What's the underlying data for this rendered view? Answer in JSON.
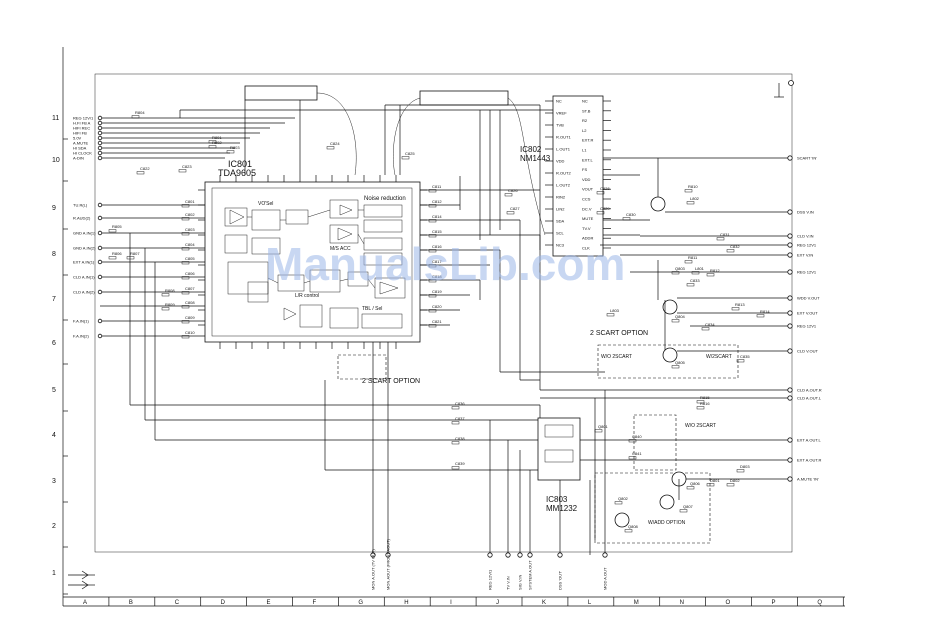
{
  "grid": {
    "rows": [
      "11",
      "10",
      "9",
      "8",
      "7",
      "6",
      "5",
      "4",
      "3",
      "2",
      "1"
    ],
    "cols": [
      "A",
      "B",
      "C",
      "D",
      "E",
      "F",
      "G",
      "H",
      "I",
      "J",
      "K",
      "L",
      "M",
      "N",
      "O",
      "P",
      "Q"
    ]
  },
  "ic801": {
    "ref": "IC801",
    "part": "TDA9605",
    "noise": "Noise reduction",
    "vo": "VO'Sel",
    "mid": "M/S ACC",
    "lrc": "L/R control",
    "tbl": "TBL / Sel"
  },
  "ic802": {
    "ref": "IC802",
    "part": "NM1443",
    "left_pins": [
      "NC",
      "VREF",
      "TVB",
      "R.OUT1",
      "L.OUT1",
      "VDD",
      "R.OUT2",
      "L.OUT2",
      "RIN2",
      "LIN2",
      "SDA",
      "SCL",
      "NC3"
    ],
    "right_pins": [
      "NC",
      "ST.B",
      "R2",
      "L2",
      "EXT.R",
      "L1",
      "EXT.L",
      "FS",
      "VDD",
      "VOUT",
      "CCS",
      "DC.V",
      "MUTE",
      "TV.V",
      "ADDR",
      "CLK"
    ]
  },
  "ic803": {
    "ref": "IC803",
    "part": "MM1232"
  },
  "option_labels": [
    "2 SCART OPTION",
    "2 SCART OPTION",
    "W/O 2SCART",
    "W/2SCART",
    "W/O 2SCART",
    "W/ADD OPTION"
  ],
  "left_connectors": [
    "REG 12V/1",
    "H.FI FB A",
    "HIFI REC",
    "HIFI FB",
    "5.0V",
    "A.MUTE",
    "HI SDA",
    "HI CLOCK",
    "A-DIN",
    "TU.R(L)",
    "R.AUD(2)",
    "GND A.IN(1)",
    "GND A.IN(2)",
    "EXT A.IN(1)",
    "CLD A.IN(1)",
    "CLD A.IN(2)",
    "F.A.IN(1)",
    "F.A.IN(2)"
  ],
  "right_connectors": [
    "SCART 'IN'",
    "DSS V.IN",
    "CLD V.IN",
    "REG 12V1",
    "EXT V.IN",
    "REG 12V1",
    "WDD V.OUT",
    "EXT V.OUT",
    "REG 12V1",
    "CLD V.OUT",
    "CLD A.OUT.R",
    "CLD A.OUT.L",
    "EXT A.OUT.L",
    "EXT A.OUT.R",
    "A.MUTE 'IN'"
  ],
  "bottom_connectors": [
    "MON A.OUT (TV OUT)",
    "MON.AOUT (FRONT AOUT)",
    "REG 12V/1",
    "TV V.IN",
    "SIG V.IN",
    "SYSTEM A.OUT",
    "DSS 'OUT'",
    "MOD A.OUT"
  ],
  "parts_labels": [
    "C801",
    "C802",
    "C803",
    "C804",
    "C805",
    "C806",
    "C807",
    "C808",
    "C809",
    "C810",
    "C811",
    "C812",
    "C814",
    "C815",
    "C816",
    "C817",
    "C818",
    "C819",
    "C820",
    "C821",
    "C822",
    "C823",
    "C824",
    "C825",
    "C826",
    "C827",
    "C828",
    "C829",
    "C830",
    "C831",
    "C832",
    "C833",
    "C834",
    "C835",
    "C836",
    "C837",
    "C838",
    "C839",
    "C840",
    "C841",
    "R801",
    "R802",
    "R803",
    "R804",
    "R805",
    "R806",
    "R807",
    "R808",
    "R809",
    "R810",
    "R811",
    "R812",
    "R813",
    "R814",
    "R815",
    "R816",
    "Q801",
    "Q802",
    "Q803",
    "Q804",
    "Q805",
    "Q806",
    "Q807",
    "Q808",
    "D801",
    "D802",
    "D803",
    "L801",
    "L802",
    "L803"
  ],
  "watermark": "ManualsLib.com"
}
